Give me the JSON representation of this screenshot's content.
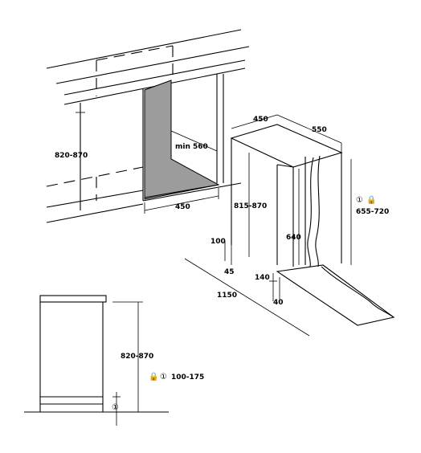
{
  "dimensions": {
    "niche_height": "820-870",
    "niche_width": "450",
    "niche_depth": "min 560",
    "appliance_width": "450",
    "appliance_depth": "550",
    "appliance_height": "815-870",
    "door_panel_height": "655-720",
    "door_height": "640",
    "plinth_offset": "100",
    "plinth_gap": "45",
    "door_open_depth": "1150",
    "plinth_height": "140",
    "door_gap": "40",
    "side_height": "820-870",
    "foot_range": "100-175"
  },
  "symbols": {
    "circle_one": "①",
    "lock": "🔒"
  }
}
